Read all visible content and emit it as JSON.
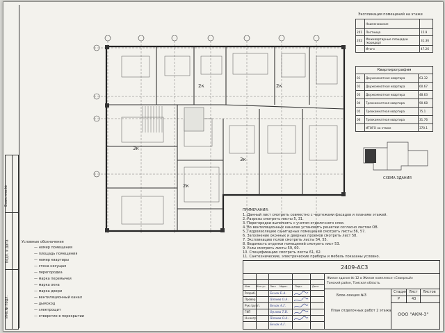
{
  "header": {
    "explication_title": "Экспликация помещений на этаже",
    "explication_col_name": "Наименование",
    "explication_col_area": "",
    "explication_rows": [
      {
        "num": "201",
        "name": "Лестница",
        "area": "15.9"
      },
      {
        "num": "202",
        "name": "Межквартирные площадки (коридор)",
        "area": "31.36"
      },
      {
        "num": "",
        "name": "Итого",
        "area": "47.26"
      }
    ]
  },
  "apartments": {
    "title": "Квартирография",
    "rows": [
      {
        "num": "01",
        "name": "Двухкомнатная квартира",
        "area": "63.32"
      },
      {
        "num": "02",
        "name": "Двухкомнатная квартира",
        "area": "60.67"
      },
      {
        "num": "03",
        "name": "Двухкомнатная квартира",
        "area": "48.63"
      },
      {
        "num": "04",
        "name": "Трехкомнатная квартира",
        "area": "90.68"
      },
      {
        "num": "05",
        "name": "Трехкомнатная квартира",
        "area": "75.1"
      },
      {
        "num": "06",
        "name": "Трехкомнатная квартира",
        "area": "31.76"
      }
    ],
    "total_label": "ИТОГО на этаже",
    "total_value": "370.1"
  },
  "scheme_label": "СХЕМА ЗДАНИЯ",
  "plan_marks": [
    "2к",
    "2к",
    "3к",
    "3к",
    "2к"
  ],
  "notes": {
    "title": "ПРИМЕЧАНИЯ:",
    "items": [
      "1. Данный лист смотреть совместно с чертежами фасадов и планами этажей.",
      "2. Разрезы смотреть листы 5, 31.",
      "3. Перегородки выполнять с учетом отделочного слоя.",
      "4. Во вентиляционных каналах установить решетки согласно листам ОВ.",
      "5. Гидроизоляцию санитарных помещений смотреть листы 56, 57.",
      "6. Заполнение оконных и дверных проемов смотреть лист 58.",
      "7. Экспликацию полов смотреть листы 54, 55.",
      "8. Ведомость отделки помещений смотреть лист 53.",
      "9. Узлы смотреть листы 59, 60.",
      "10. Спецификацию смотреть листы 61, 62.",
      "11. Сантехнические, электрические приборы и мебель показаны условно."
    ]
  },
  "legend": {
    "title": "Условные обозначения",
    "items": [
      "— номер помещения",
      "— площадь помещения",
      "— номер квартиры",
      "— стена несущая",
      "— перегородка",
      "— марка перемычки",
      "— марка окна",
      "— марка двери",
      "— вентиляционный канал",
      "— дымоход",
      "— электрощит",
      "— отверстие в перекрытии"
    ]
  },
  "title_block": {
    "code": "2409-АС3",
    "object_text": "Жилое здание № 12 в Жилом комплексе «Северный»",
    "object_line2": "Томский район, Томская область",
    "section": "Блок-секция №3",
    "sheet_title": "План отделочных работ 2 этажа",
    "stage_label": "Стадия",
    "stage": "Р",
    "sheet_label": "Лист",
    "sheet": "43",
    "sheets_label": "Листов",
    "company": "ООО \"АКМ-3\"",
    "roles": [
      {
        "role": "Разраб.",
        "name": "Белан Е.А."
      },
      {
        "role": "Провер.",
        "name": "Попова О.А."
      },
      {
        "role": "Рук.групп.",
        "name": "Белан А.Г."
      },
      {
        "role": "ГИП",
        "name": "Орлова Т.В."
      },
      {
        "role": "Н.контр.",
        "name": "Попова О.А."
      },
      {
        "role": "",
        "name": "Белан А.Г."
      }
    ],
    "col_headers": [
      "Изм.",
      "Кол.уч",
      "Лист",
      "№док.",
      "Подп.",
      "Дата"
    ]
  },
  "side_stamp": [
    "Инв.№ подл.",
    "Подп. и дата",
    "Взам.инв.№"
  ]
}
